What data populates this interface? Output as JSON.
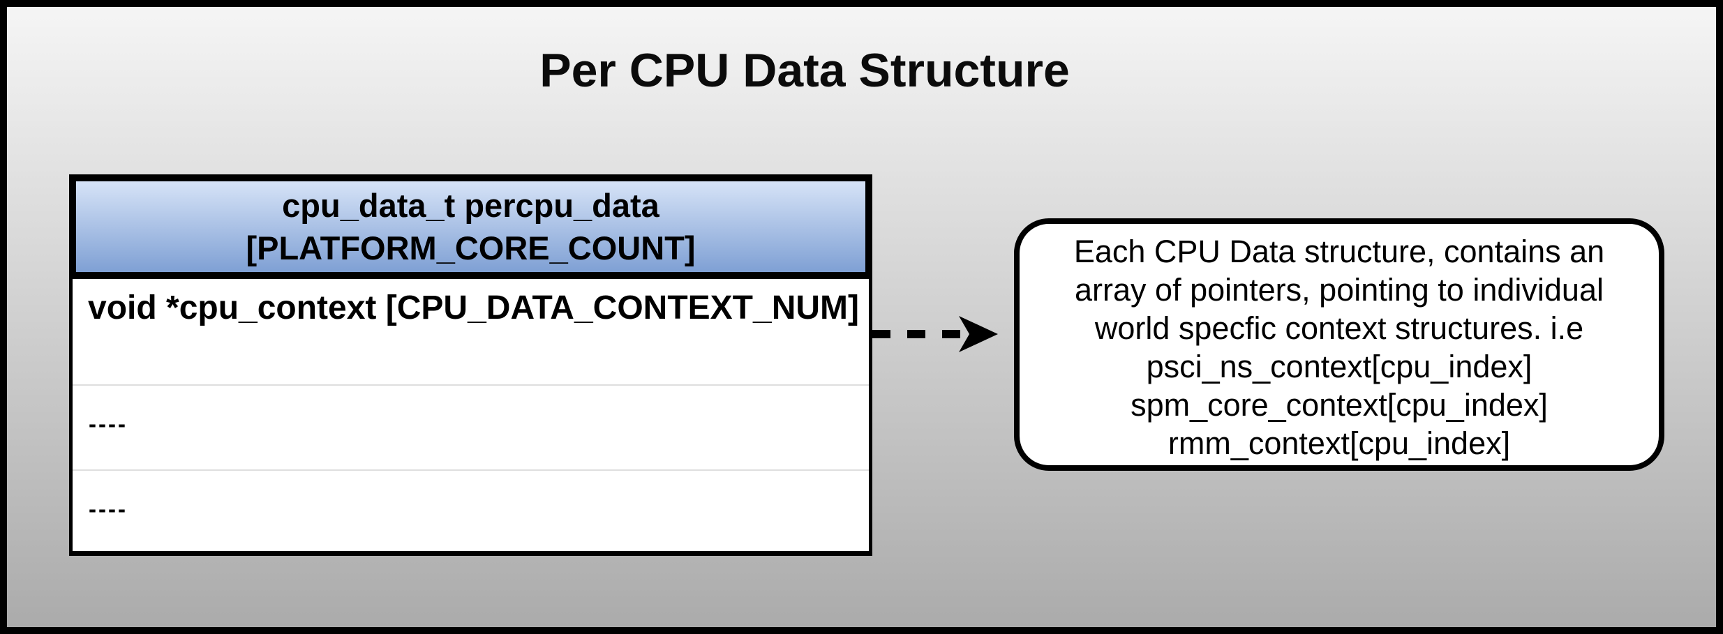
{
  "title": "Per CPU Data Structure",
  "table": {
    "header": {
      "line1": "cpu_data_t percpu_data",
      "line2": "[PLATFORM_CORE_COUNT]"
    },
    "rows": [
      {
        "text": "void *cpu_context [CPU_DATA_CONTEXT_NUM]"
      },
      {
        "text": "----"
      },
      {
        "text": "----"
      }
    ]
  },
  "icons": {
    "dashed_arrow": "right-pointing dashed arrow"
  },
  "callout": {
    "lines": [
      "Each CPU Data structure, contains an",
      "array of pointers, pointing to individual",
      "world specfic context structures. i.e",
      "psci_ns_context[cpu_index]",
      "spm_core_context[cpu_index]",
      "rmm_context[cpu_index]"
    ]
  },
  "colors": {
    "frame": "#000000",
    "bg_top": "#f5f5f5",
    "bg_bottom": "#ababab",
    "header_grad_top": "#d6e3f7",
    "header_grad_bottom": "#7fa0d4",
    "table_bg": "#ffffff",
    "callout_bg": "#ffffff",
    "border": "#000000",
    "separator": "#dedede",
    "text": "#000000"
  }
}
